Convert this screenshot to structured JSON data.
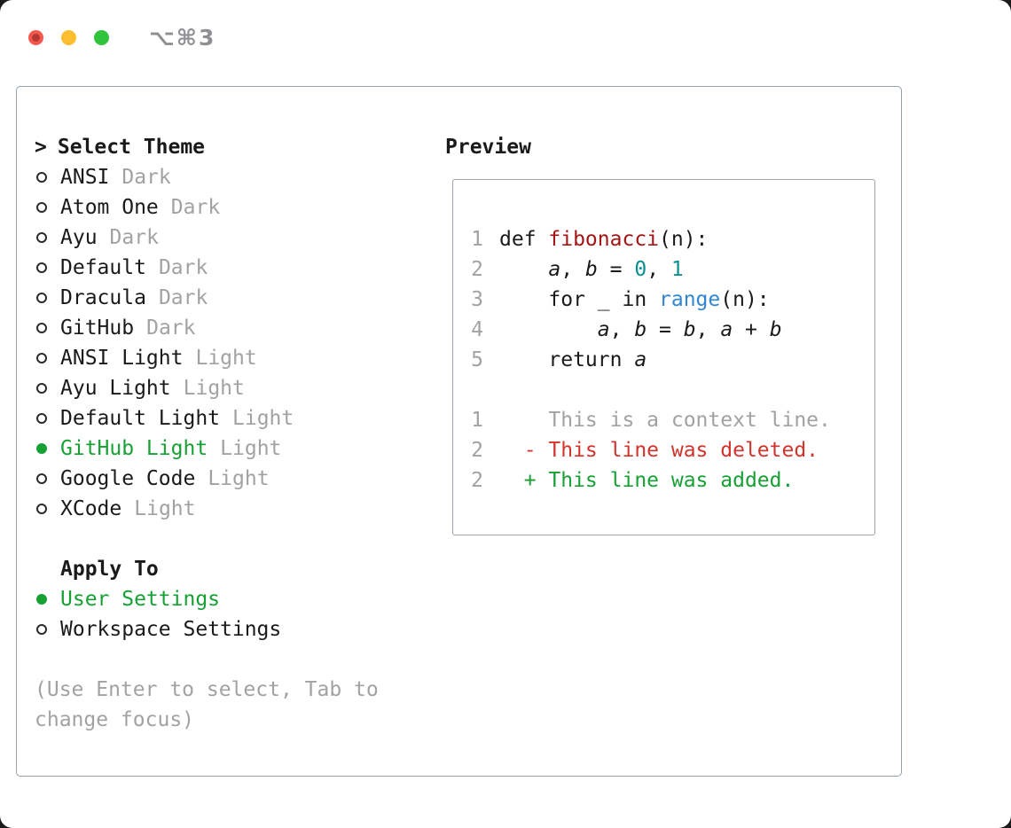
{
  "window": {
    "shortcut": "⌥⌘3"
  },
  "panel": {
    "theme_menu": {
      "prompt": ">",
      "title": "Select Theme",
      "items": [
        {
          "name": "ANSI",
          "variant": "Dark",
          "selected": false
        },
        {
          "name": "Atom One",
          "variant": "Dark",
          "selected": false
        },
        {
          "name": "Ayu",
          "variant": "Dark",
          "selected": false
        },
        {
          "name": "Default",
          "variant": "Dark",
          "selected": false
        },
        {
          "name": "Dracula",
          "variant": "Dark",
          "selected": false
        },
        {
          "name": "GitHub",
          "variant": "Dark",
          "selected": false
        },
        {
          "name": "ANSI Light",
          "variant": "Light",
          "selected": false
        },
        {
          "name": "Ayu Light",
          "variant": "Light",
          "selected": false
        },
        {
          "name": "Default Light",
          "variant": "Light",
          "selected": false
        },
        {
          "name": "GitHub Light",
          "variant": "Light",
          "selected": true
        },
        {
          "name": "Google Code",
          "variant": "Light",
          "selected": false
        },
        {
          "name": "XCode",
          "variant": "Light",
          "selected": false
        }
      ]
    },
    "apply_to": {
      "title": "Apply To",
      "options": [
        {
          "label": "User Settings",
          "selected": true
        },
        {
          "label": "Workspace Settings",
          "selected": false
        }
      ]
    },
    "hint": "(Use Enter to select, Tab to change focus)",
    "preview": {
      "title": "Preview",
      "code_lines": [
        {
          "num": "1",
          "segments": [
            {
              "text": "def ",
              "style": "plain"
            },
            {
              "text": "fibonacci",
              "style": "func"
            },
            {
              "text": "(n):",
              "style": "plain"
            }
          ]
        },
        {
          "num": "2",
          "segments": [
            {
              "text": "    ",
              "style": "plain"
            },
            {
              "text": "a",
              "style": "var"
            },
            {
              "text": ", ",
              "style": "plain"
            },
            {
              "text": "b",
              "style": "var"
            },
            {
              "text": " = ",
              "style": "plain"
            },
            {
              "text": "0",
              "style": "number"
            },
            {
              "text": ", ",
              "style": "plain"
            },
            {
              "text": "1",
              "style": "number"
            }
          ]
        },
        {
          "num": "3",
          "segments": [
            {
              "text": "    for _ in ",
              "style": "plain"
            },
            {
              "text": "range",
              "style": "builtin"
            },
            {
              "text": "(n):",
              "style": "plain"
            }
          ]
        },
        {
          "num": "4",
          "segments": [
            {
              "text": "        ",
              "style": "plain"
            },
            {
              "text": "a",
              "style": "var"
            },
            {
              "text": ", ",
              "style": "plain"
            },
            {
              "text": "b",
              "style": "var"
            },
            {
              "text": " = ",
              "style": "plain"
            },
            {
              "text": "b",
              "style": "var"
            },
            {
              "text": ", ",
              "style": "plain"
            },
            {
              "text": "a",
              "style": "var"
            },
            {
              "text": " + ",
              "style": "plain"
            },
            {
              "text": "b",
              "style": "var"
            }
          ]
        },
        {
          "num": "5",
          "segments": [
            {
              "text": "    return ",
              "style": "plain"
            },
            {
              "text": "a",
              "style": "var"
            }
          ]
        }
      ],
      "diff_lines": [
        {
          "num": "1",
          "kind": "context",
          "text": "    This is a context line."
        },
        {
          "num": "2",
          "kind": "deleted",
          "text": "  - This line was deleted."
        },
        {
          "num": "2",
          "kind": "added",
          "text": "  + This line was added."
        }
      ]
    }
  },
  "colors": {
    "accent_green": "#17a034",
    "deleted_red": "#d0342c",
    "function_red": "#a31515",
    "builtin_blue": "#2f86d2",
    "number_teal": "#0a8f8f",
    "muted_gray": "#a2a2a2",
    "traffic_red": "#f4574d",
    "traffic_yellow": "#fcbd2e",
    "traffic_green": "#2ec43b"
  }
}
